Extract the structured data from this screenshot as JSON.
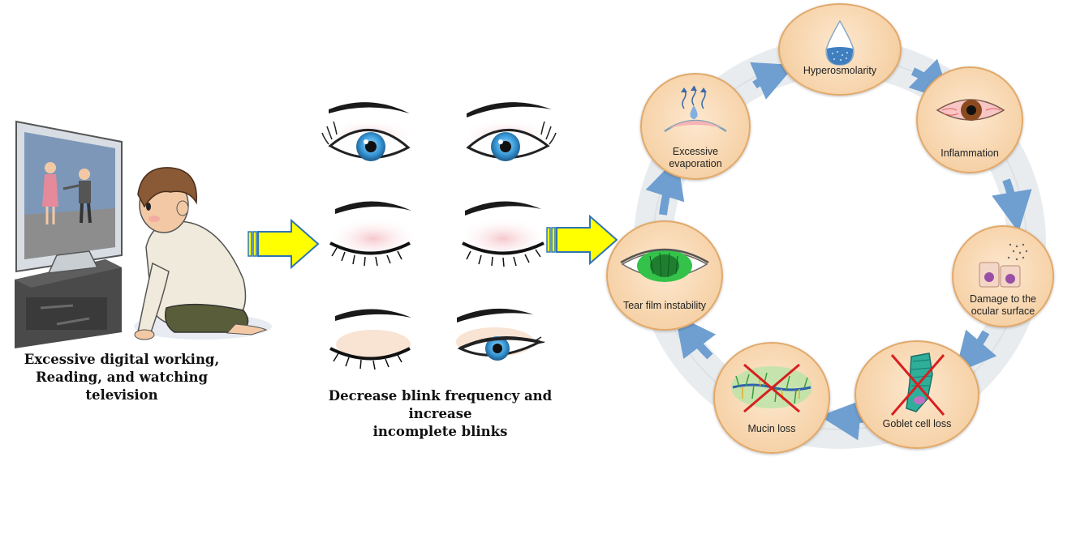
{
  "captions": {
    "left_line1": "Excessive digital working,",
    "left_line2": "Reading, and watching television",
    "middle_line1": "Decrease blink frequency and increase",
    "middle_line2": "incomplete blinks"
  },
  "cycle": {
    "nodes": [
      {
        "id": "hyperosmolarity",
        "label": "Hyperosmolarity",
        "icon": "tear-drop-icon"
      },
      {
        "id": "inflammation",
        "label": "Inflammation",
        "icon": "red-eye-icon"
      },
      {
        "id": "damage",
        "label_line1": "Damage to the",
        "label_line2": "ocular surface",
        "icon": "damaged-cells-icon"
      },
      {
        "id": "goblet",
        "label": "Goblet cell loss",
        "icon": "crossed-goblet-cell-icon"
      },
      {
        "id": "mucin",
        "label": "Mucin loss",
        "icon": "crossed-mucin-icon"
      },
      {
        "id": "tearfilm",
        "label": "Tear film instability",
        "icon": "green-stained-eye-icon"
      },
      {
        "id": "evaporation",
        "label_line1": "Excessive",
        "label_line2": "evaporation",
        "icon": "evaporation-icon"
      }
    ]
  },
  "colors": {
    "flow_arrow_fill": "#ffff00",
    "flow_arrow_stroke": "#2e75b6",
    "cycle_arrow": "#6f9fd0",
    "node_fill": "#f6d2a8",
    "iris_blue": "#3a9ad9"
  }
}
